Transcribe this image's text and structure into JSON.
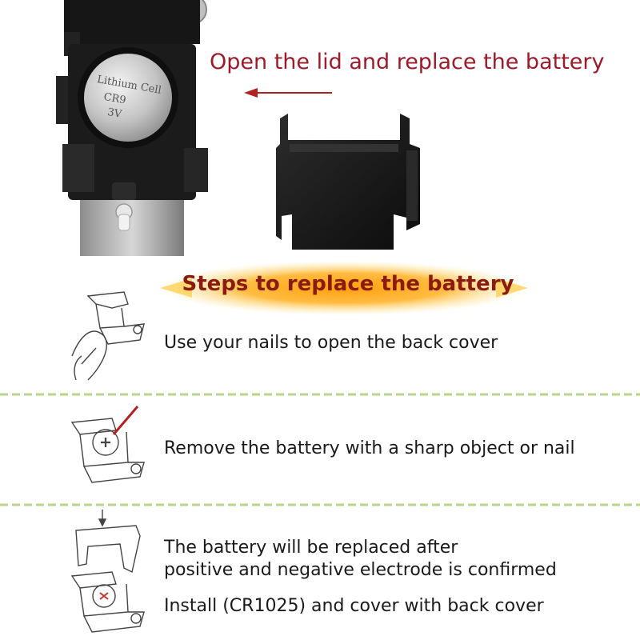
{
  "hero": {
    "caption": "Open the lid and replace the battery",
    "battery_text": [
      "Lithium Cell",
      "CR9",
      "3V"
    ]
  },
  "banner": {
    "title": "Steps to replace the battery"
  },
  "steps": [
    {
      "lines": [
        "Use your nails to open the back cover"
      ]
    },
    {
      "lines": [
        "Remove the battery with a sharp object or nail"
      ]
    },
    {
      "lines": [
        "The battery will be replaced after",
        "positive and negative electrode is confirmed",
        "Install (CR1025) and cover with back cover"
      ]
    }
  ],
  "colors": {
    "caption": "#9b1b2a",
    "banner_text": "#8b1a10",
    "banner_glow": "#ff9a00",
    "divider": "#b8d68a",
    "arrow": "#b22222",
    "device_body": "#1b1b1b",
    "battery": "#c9c9c9"
  }
}
